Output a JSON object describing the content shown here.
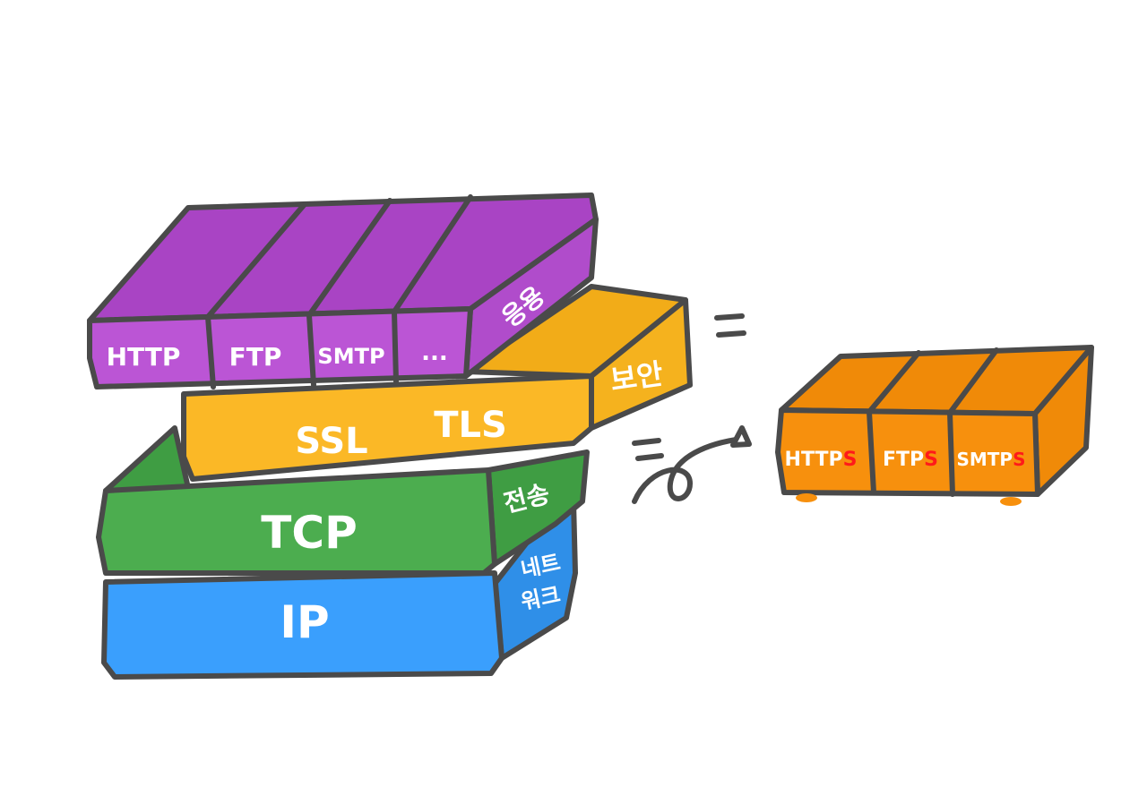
{
  "layers": {
    "application": {
      "role": "응용",
      "protocols": [
        "HTTP",
        "FTP",
        "SMTP",
        "..."
      ],
      "color": "#bb55d5"
    },
    "security": {
      "role": "보안",
      "protocols": [
        "SSL",
        "TLS"
      ],
      "color": "#fbb826"
    },
    "transport": {
      "role": "전송",
      "protocols": [
        "TCP"
      ],
      "color": "#4cad4f"
    },
    "network": {
      "role_line1": "네트",
      "role_line2": "워크",
      "protocols": [
        "IP"
      ],
      "color": "#3a9ffd"
    }
  },
  "result": {
    "equals": "=",
    "protocols": [
      {
        "base": "HTTP",
        "suffix": "S"
      },
      {
        "base": "FTP",
        "suffix": "S"
      },
      {
        "base": "SMTP",
        "suffix": "S"
      }
    ],
    "color": "#f7900d",
    "suffix_color": "#ff1a1a"
  },
  "outline_color": "#4a4a4a"
}
